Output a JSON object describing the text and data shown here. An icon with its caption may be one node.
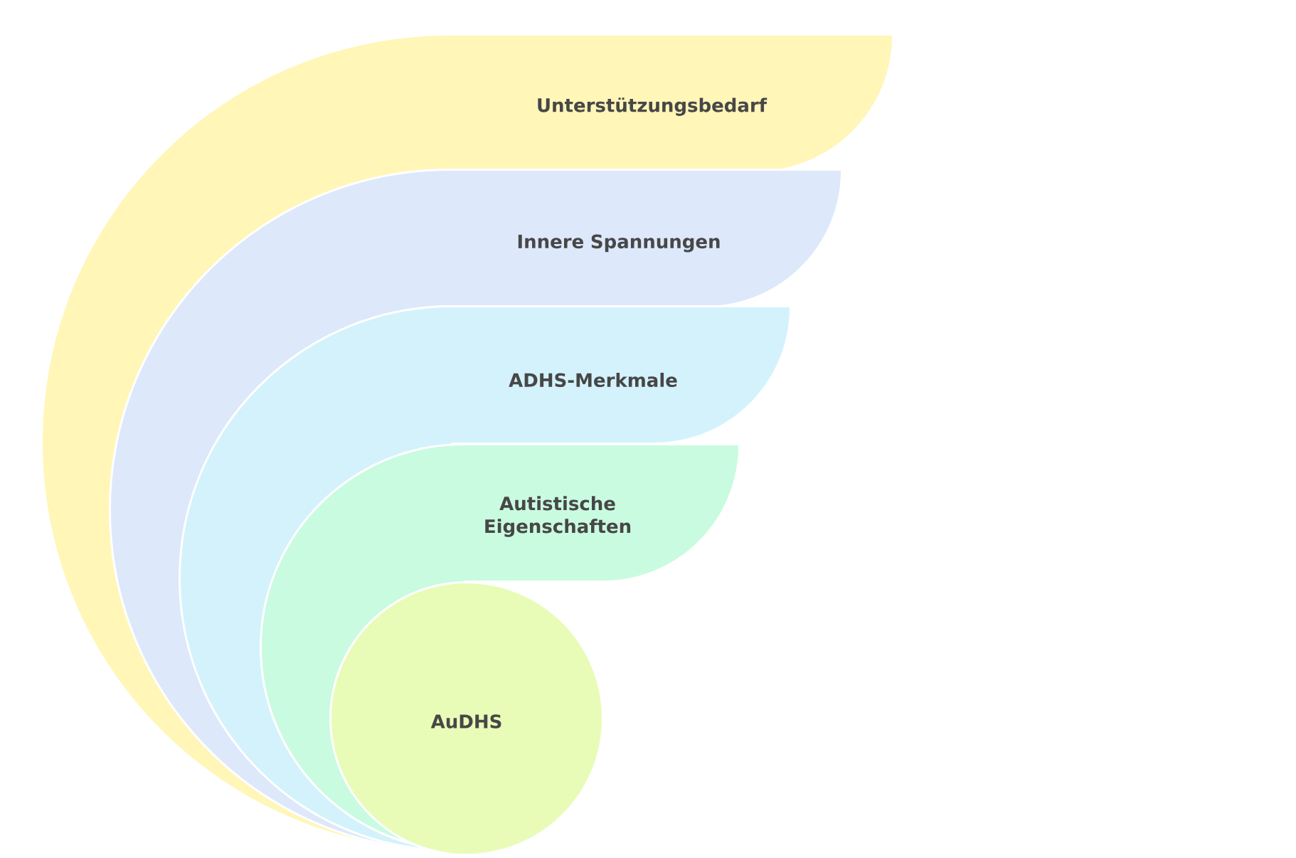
{
  "diagram": {
    "nodes": [
      {
        "text": [
          "Unterstützungsbedarf"
        ]
      },
      {
        "text": [
          "Innere Spannungen"
        ]
      },
      {
        "text": [
          "ADHS-Merkmale"
        ]
      },
      {
        "text": [
          "Autistische Eigenschaften"
        ]
      },
      {
        "text": [
          "AuDHS"
        ]
      }
    ]
  }
}
